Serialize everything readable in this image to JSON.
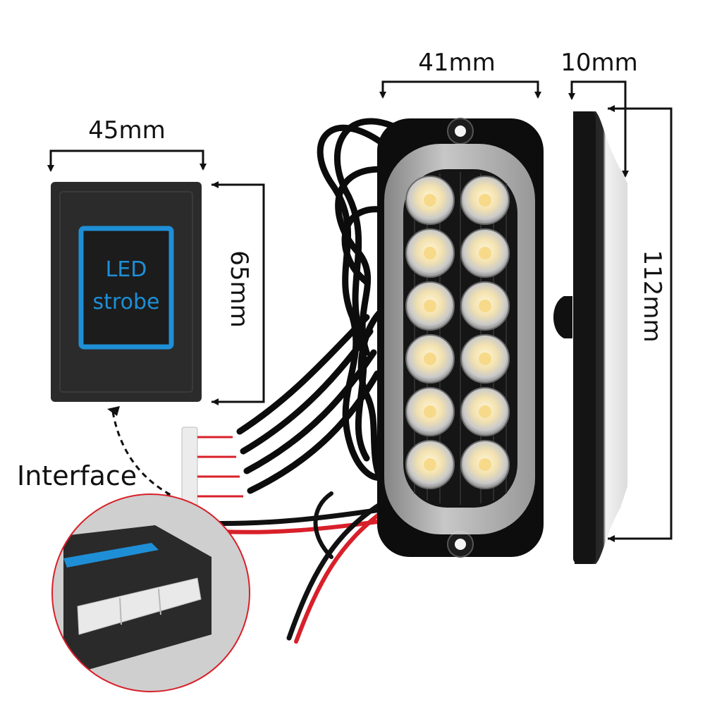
{
  "labels": {
    "width_box": "45mm",
    "height_box": "65mm",
    "width_light": "41mm",
    "depth_light": "10mm",
    "height_light": "112mm",
    "box_line1": "LED",
    "box_line2": "strobe",
    "interface": "Interface"
  },
  "colors": {
    "accent_blue": "#1e8fd6",
    "housing": "#111111",
    "wire_red": "#d8202a"
  },
  "product": {
    "led_count": 12,
    "led_rows": 6,
    "led_columns": 2
  }
}
